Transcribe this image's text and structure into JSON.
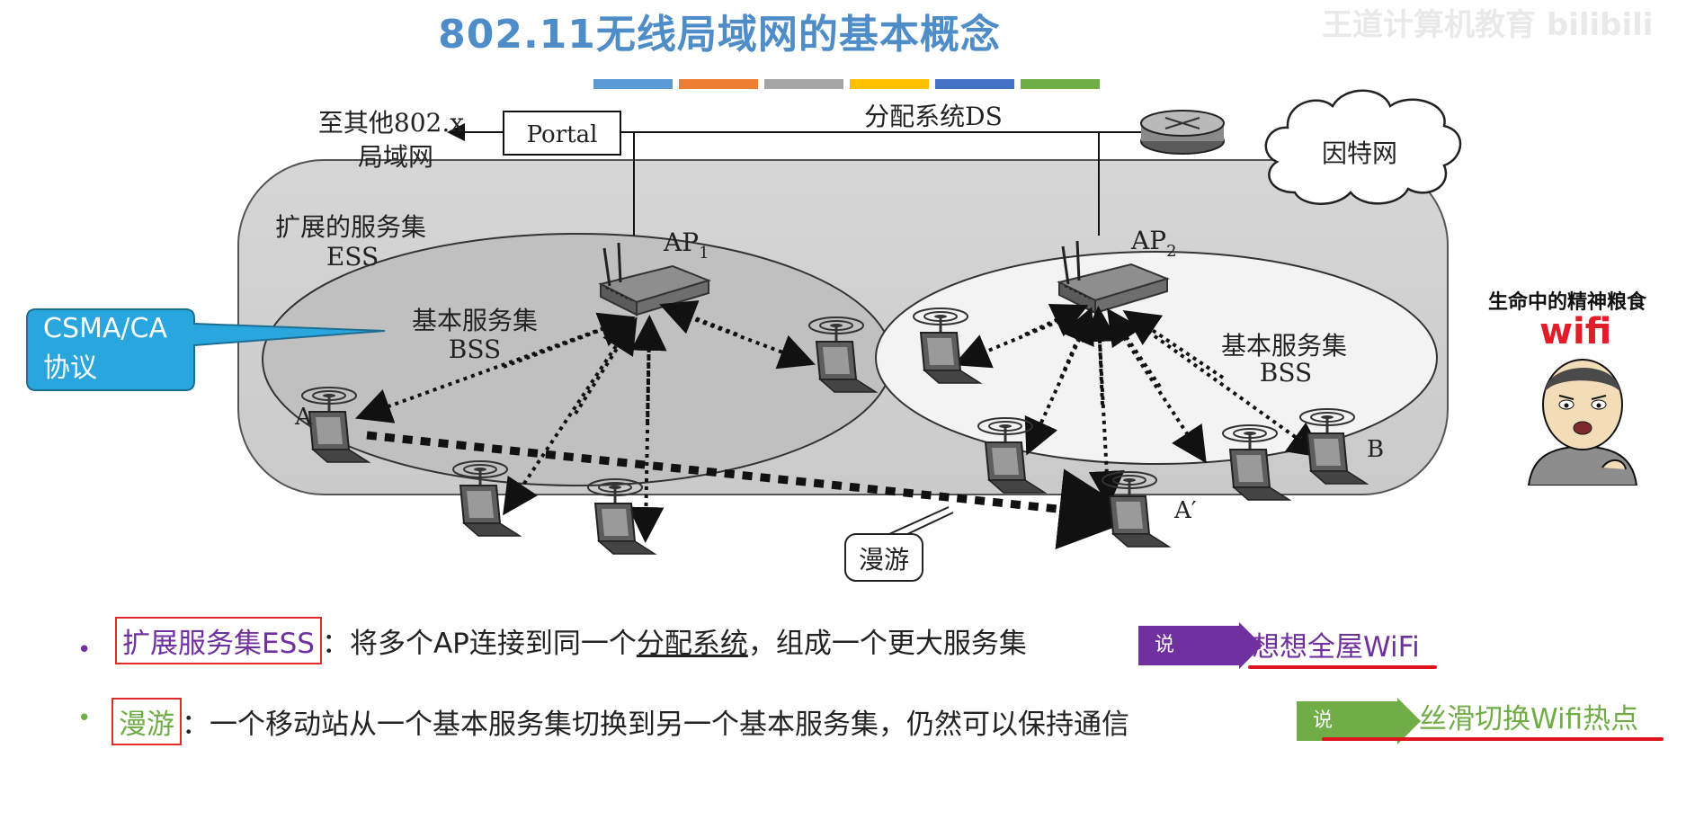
{
  "title": "802.11无线局域网的基本概念",
  "title_bar_colors": [
    "#5b9bd5",
    "#ed7d31",
    "#a5a5a5",
    "#ffc000",
    "#4472c4",
    "#70ad47"
  ],
  "watermark": "王道计算机教育 bilibili",
  "diagram": {
    "to_other_line1": "至其他802.x",
    "to_other_line2": "局域网",
    "portal": "Portal",
    "ds": "分配系统DS",
    "internet": "因特网",
    "ess_line1": "扩展的服务集",
    "ess_line2": "ESS",
    "ap1": "AP",
    "ap1_sub": "1",
    "ap2": "AP",
    "ap2_sub": "2",
    "bss1_line1": "基本服务集",
    "bss1_line2": "BSS",
    "bss2_line1": "基本服务集",
    "bss2_line2": "BSS",
    "station_a": "A",
    "station_a_prime": "A′",
    "station_b": "B",
    "roaming": "漫游"
  },
  "callout": {
    "line1": "CSMA/CA",
    "line2": "协议",
    "color": "#29a6de"
  },
  "meme": {
    "caption": "生命中的精神粮食",
    "big": "wifi"
  },
  "bullets": [
    {
      "term": "扩展服务集ESS",
      "colon": "：",
      "text_before": "将多个AP连接到同一个",
      "underlined": "分配系统",
      "text_after": "，组成一个更大服务集",
      "tag": "说人话",
      "tag_color": "#7030a0",
      "hint": "想想全屋WiFi",
      "color": "#7030a0"
    },
    {
      "term": "漫游",
      "colon": "：",
      "text": "一个移动站从一个基本服务集切换到另一个基本服务集，仍然可以保持通信",
      "tag": "说人话",
      "tag_color": "#70ad47",
      "hint": "丝滑切换Wifi热点",
      "color": "#70ad47"
    }
  ]
}
